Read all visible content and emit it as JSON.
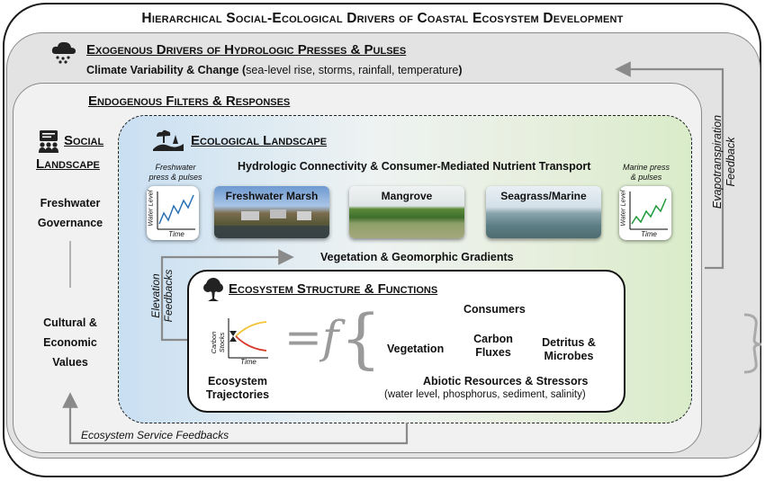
{
  "title": "Hierarchical Social-Ecological Drivers of Coastal Ecosystem Development",
  "exogenous": {
    "title": "Exogenous Drivers of Hydrologic Presses & Pulses",
    "subtitle_bold": "Climate Variability & Change (",
    "subtitle_regular": "sea-level rise, storms, rainfall, temperature",
    "subtitle_close": ")"
  },
  "endogenous": {
    "title": "Endogenous Filters & Responses"
  },
  "evapotranspiration_feedback": {
    "line1": "Evapotranspiration",
    "line2": "Feedback"
  },
  "social": {
    "title_line1": "Social",
    "title_line2": "Landscape",
    "governance_line1": "Freshwater",
    "governance_line2": "Governance",
    "values_line1": "Cultural &",
    "values_line2": "Economic",
    "values_line3": "Values"
  },
  "ecological": {
    "title": "Ecological Landscape",
    "connectivity": "Hydrologic Connectivity & Consumer-Mediated Nutrient Transport",
    "freshwater_press_line1": "Freshwater",
    "freshwater_press_line2": "press & pulses",
    "marine_press_line1": "Marine press",
    "marine_press_line2": "& pulses",
    "water_level": "Water Level",
    "time": "Time",
    "photos": [
      "Freshwater Marsh",
      "Mangrove",
      "Seagrass/Marine"
    ],
    "gradients": "Vegetation & Geomorphic Gradients"
  },
  "elevation_feedbacks": {
    "line1": "Elevation",
    "line2": "Feedbacks"
  },
  "structure": {
    "title": "Ecosystem Structure & Functions",
    "carbon_stocks": "Carbon Stocks",
    "time": "Time",
    "trajectories_line1": "Ecosystem",
    "trajectories_line2": "Trajectories",
    "consumers": "Consumers",
    "vegetation": "Vegetation",
    "carbon_line1": "Carbon",
    "carbon_line2": "Fluxes",
    "detritus_line1": "Detritus &",
    "detritus_line2": "Microbes",
    "abiotic": "Abiotic Resources & Stressors",
    "abiotic_detail": "(water level, phosphorus, sediment, salinity)"
  },
  "ecosystem_service_feedbacks": "Ecosystem Service Feedbacks",
  "colors": {
    "outer_border": "#1a1a1a",
    "exogenous_bg": "#e3e3e3",
    "endogenous_bg": "#f1f1f1",
    "ecological_gradient_left": "#c9dff2",
    "ecological_gradient_right": "#d9ecc9",
    "arrow_gray": "#8a8a8a",
    "series_blue": "#2a6fb5",
    "series_green": "#1f9a3a",
    "series_yellow": "#f1c232",
    "series_red": "#d63a2a"
  },
  "icons": [
    "rain-cloud-icon",
    "people-icon",
    "landscape-icon",
    "tree-icon"
  ]
}
